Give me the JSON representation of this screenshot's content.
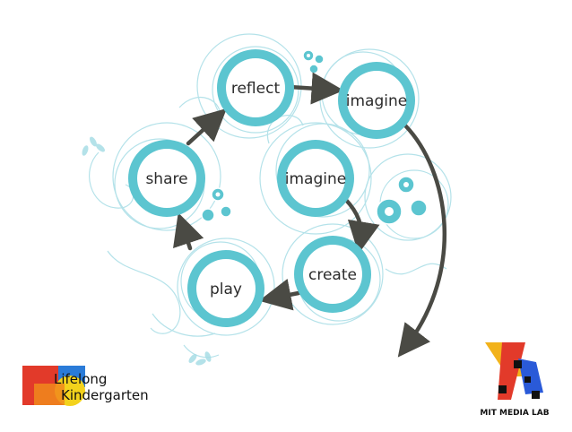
{
  "cycle": {
    "nodes": [
      {
        "id": "reflect",
        "label": "reflect"
      },
      {
        "id": "imagine-top",
        "label": "imagine"
      },
      {
        "id": "share",
        "label": "share"
      },
      {
        "id": "imagine-center",
        "label": "imagine"
      },
      {
        "id": "create",
        "label": "create"
      },
      {
        "id": "play",
        "label": "play"
      }
    ]
  },
  "logos": {
    "lifelong_kindergarten": {
      "line1": "Lifelong",
      "line2": "Kindergarten"
    },
    "mit_media_lab": {
      "label": "MIT MEDIA LAB"
    }
  },
  "colors": {
    "teal": "#5cc5d0",
    "teal_light": "#a8dde6",
    "arrow": "#4a4a44",
    "text": "#2b2b2b"
  }
}
